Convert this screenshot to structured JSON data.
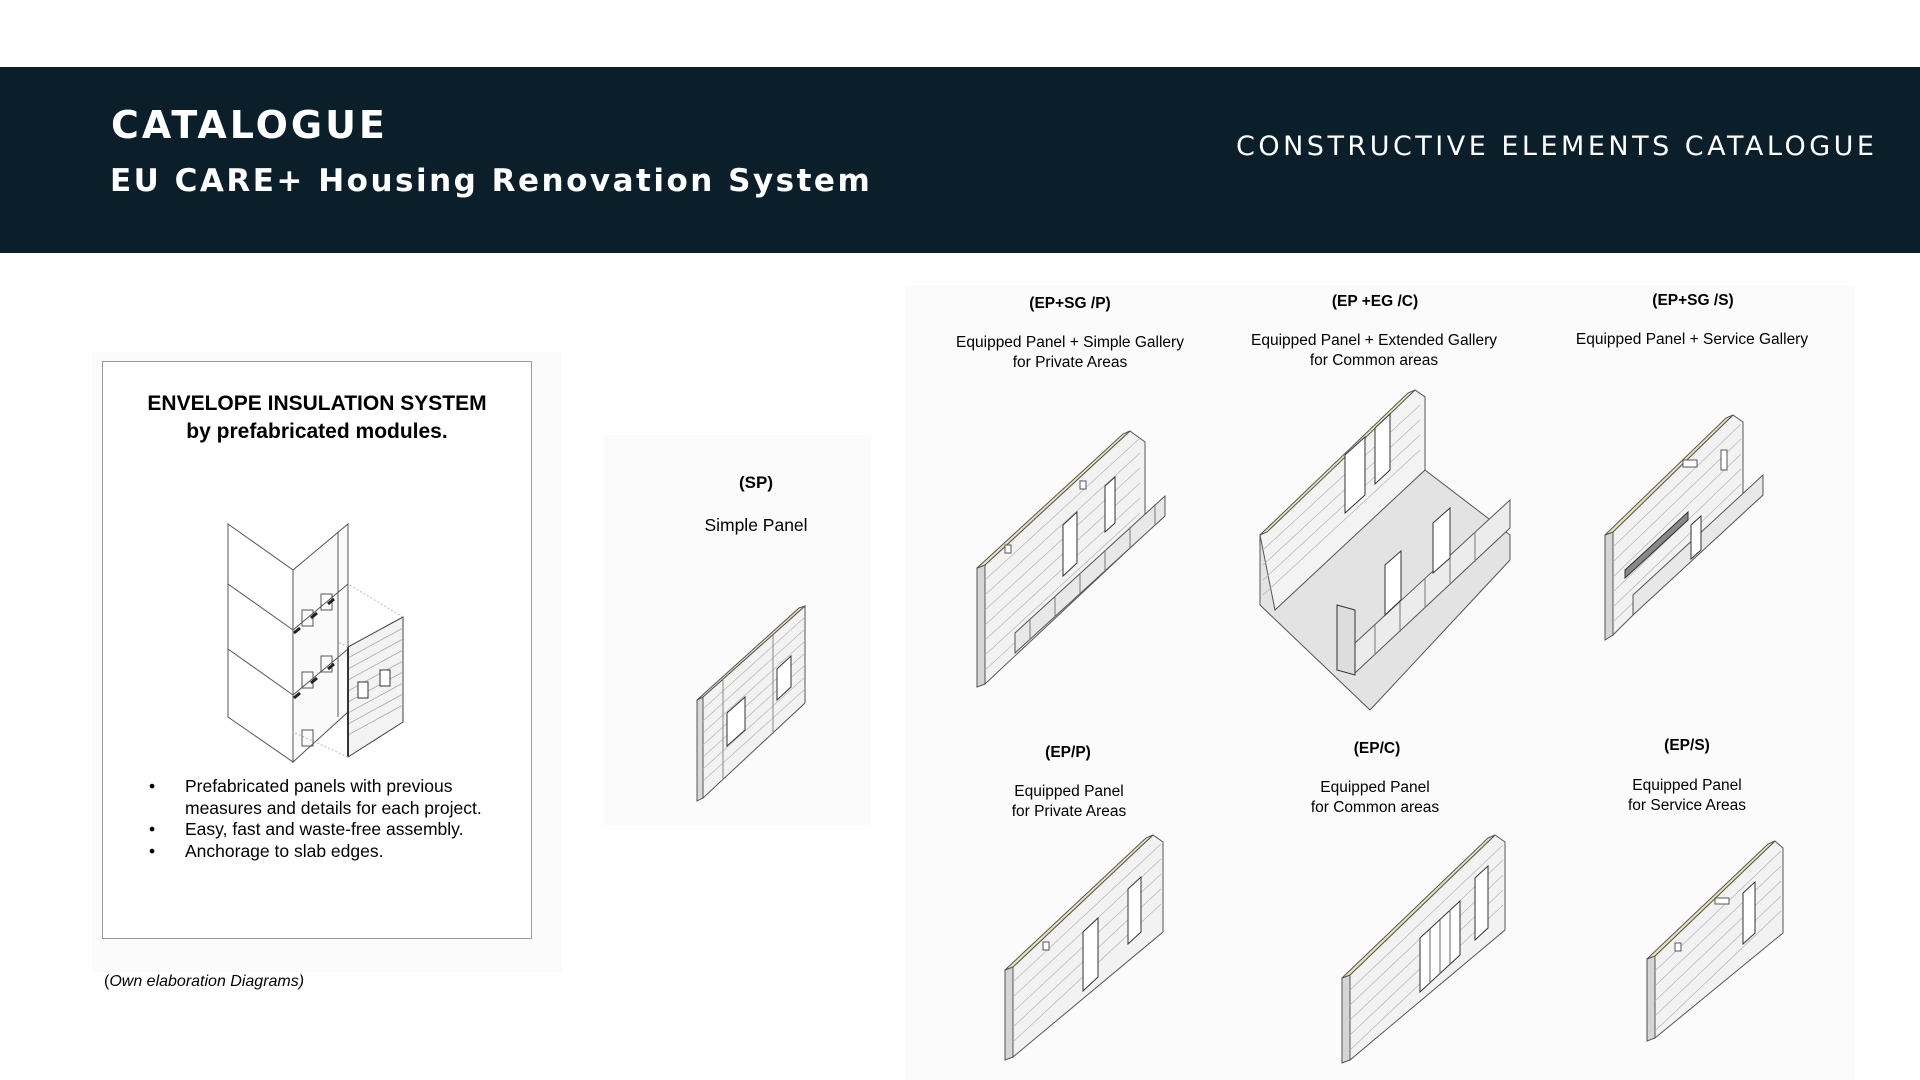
{
  "header": {
    "title": "CATALOGUE",
    "subtitle": "EU CARE+ Housing Renovation System",
    "section": "CONSTRUCTIVE ELEMENTS CATALOGUE"
  },
  "envelope": {
    "title_line1": "ENVELOPE INSULATION SYSTEM",
    "title_line2": "by prefabricated modules.",
    "bullets": [
      "Prefabricated panels with previous measures and details for each project.",
      "Easy, fast and waste-free assembly.",
      "Anchorage to slab edges."
    ]
  },
  "caption": {
    "open": "(",
    "text": "Own elaboration Diagrams)"
  },
  "simple_panel": {
    "code": "(SP)",
    "label": "Simple Panel"
  },
  "panels_top": [
    {
      "code": "(EP+SG /P)",
      "line1": "Equipped Panel + Simple Gallery",
      "line2": "for Private Areas"
    },
    {
      "code": "(EP +EG /C)",
      "line1": "Equipped Panel + Extended Gallery",
      "line2": "for Common areas"
    },
    {
      "code": "(EP+SG /S)",
      "line1": "Equipped Panel + Service Gallery",
      "line2": ""
    }
  ],
  "panels_bottom": [
    {
      "code": "(EP/P)",
      "line1": "Equipped Panel",
      "line2": "for Private Areas"
    },
    {
      "code": "(EP/C)",
      "line1": "Equipped Panel",
      "line2": "for  Common areas"
    },
    {
      "code": "(EP/S)",
      "line1": "Equipped Panel",
      "line2": "for Service Areas"
    }
  ],
  "colors": {
    "header_bg": "#0b1f2b",
    "header_text": "#ffffff",
    "panel_edge": "#e9e4b8"
  }
}
